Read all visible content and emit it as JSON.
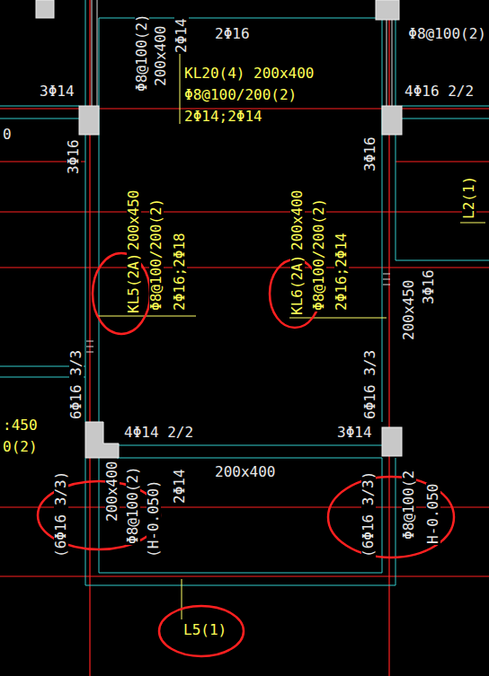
{
  "diagram": {
    "labels": [
      "2Φ16",
      "Φ8@100(2)",
      "Φ8@100(2)",
      "200x400",
      "2Φ14",
      "KL20(4) 200x400",
      "Φ8@100/200(2)",
      "2Φ14;2Φ14",
      "3Φ14",
      "4Φ16 2/2",
      "0",
      "3Φ16",
      "3Φ16",
      "L2(1)",
      "200x450",
      "KL5(2A)",
      "Φ8@100/200(2)",
      "2Φ16;2Φ18",
      "200x400",
      "KL6(2A)",
      "Φ8@100/200(2)",
      "2Φ16;2Φ14",
      "200x450",
      "3Φ16",
      "6Φ16 3/3",
      "6Φ16 3/3",
      ":450",
      "0(2)",
      "4Φ14 2/2",
      "3Φ14",
      "200x400",
      "(6Φ16 3/3)",
      "200x400",
      "Φ8@100(2)",
      "(H-0.050)",
      "2Φ14",
      "(6Φ16 3/3)",
      "Φ8@100(2",
      "H-0.050",
      "L5(1)"
    ]
  }
}
